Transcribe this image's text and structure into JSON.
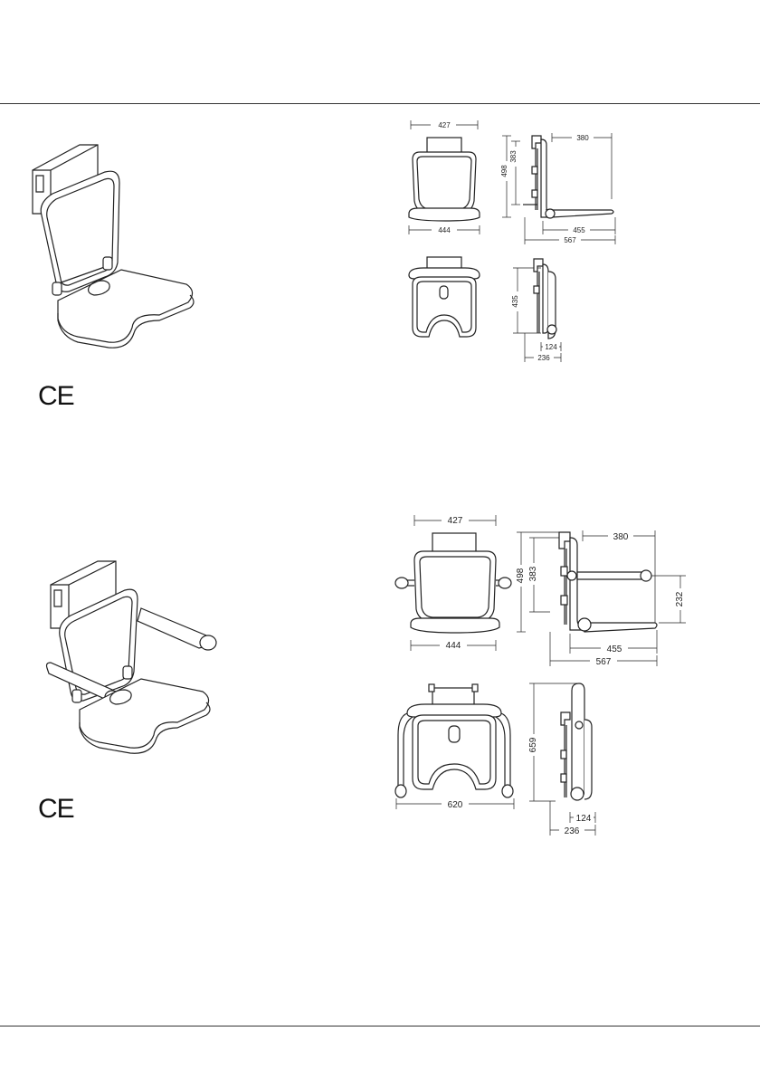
{
  "mark": "CE",
  "section1": {
    "front_top": {
      "width": "427",
      "seat_width": "444"
    },
    "side_top": {
      "height_outer": "498",
      "height_inner": "383",
      "arm": "380",
      "seat_depth": "455",
      "total_depth": "567"
    },
    "front_bottom": {},
    "side_bottom": {
      "height": "435",
      "depth_folded": "124",
      "depth_total": "236"
    }
  },
  "section2": {
    "front_top": {
      "width": "427",
      "seat_width": "444"
    },
    "side_top": {
      "height_outer": "498",
      "height_inner": "383",
      "arm": "380",
      "arm_height": "232",
      "seat_depth": "455",
      "total_depth": "567"
    },
    "front_bottom": {
      "width": "620"
    },
    "side_bottom": {
      "height": "659",
      "depth_folded": "124",
      "depth_total": "236"
    }
  }
}
